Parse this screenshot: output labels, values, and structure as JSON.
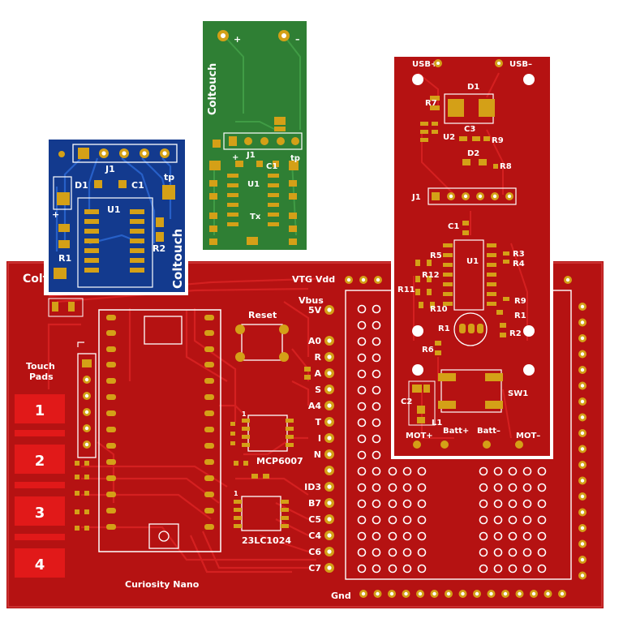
{
  "colors": {
    "red_board": "#b51212",
    "red_board_dark": "#9a0d0d",
    "red_trace": "#d21b1b",
    "blue_board": "#133a8e",
    "blue_trace": "#1e56c0",
    "green_board": "#2e7d32",
    "green_trace": "#3f9b44",
    "gold": "#d4a017",
    "silk": "#ffffff"
  },
  "main_board": {
    "title": "Colt",
    "vtg_label": "VTG Vdd",
    "vbus_label": "Vbus",
    "v5_label": "5V",
    "reset_label": "Reset",
    "touch_label_1": "Touch",
    "touch_label_2": "Pads",
    "pads": [
      "1",
      "2",
      "3",
      "4"
    ],
    "right_labels": [
      "A0",
      "R",
      "A",
      "S",
      "A4",
      "T",
      "I",
      "N"
    ],
    "bottom_labels": [
      "ID3",
      "B7",
      "C5",
      "C4",
      "C6",
      "C7"
    ],
    "mcp_label": "MCP6007",
    "sram_label": "23LC1024",
    "nano_label": "Curiosity Nano",
    "gnd_label": "Gnd",
    "pin1_marks": [
      "1",
      "1"
    ]
  },
  "blue_board": {
    "j1": "J1",
    "d1": "D1",
    "c1": "C1",
    "tp": "tp",
    "u1": "U1",
    "r1": "R1",
    "r2": "R2",
    "plus": "+",
    "brand": "Coltouch"
  },
  "green_board": {
    "plus": "+",
    "minus": "–",
    "brand": "Coltouch",
    "j1": "J1",
    "c1": "C1",
    "tp": "tp",
    "u1": "U1",
    "tx": "Tx",
    "plus2": "+"
  },
  "right_board": {
    "usb_plus": "USB+",
    "usb_minus": "USB–",
    "d1": "D1",
    "r7": "R7",
    "u2": "U2",
    "c3": "C3",
    "r9a": "R9",
    "d2": "D2",
    "r8": "R8",
    "j1": "J1",
    "c1": "C1",
    "r5": "R5",
    "u1": "U1",
    "r3": "R3",
    "r4": "R4",
    "r12": "R12",
    "r11": "R11",
    "r10": "R10",
    "r9b": "R9",
    "r1": "R1",
    "q1": "R1",
    "r2": "R2",
    "r6": "R6",
    "c2": "C2",
    "l1": "L1",
    "sw1": "SW1",
    "mot_plus": "MOT+",
    "batt_plus": "Batt+",
    "batt_minus": "Batt–",
    "mot_minus": "MOT–"
  }
}
